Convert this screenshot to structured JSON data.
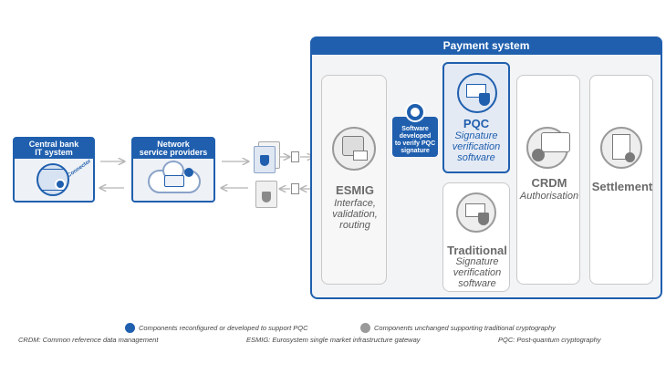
{
  "left": {
    "central_bank": {
      "line1": "Central bank",
      "line2": "IT system",
      "badge": "Connector"
    },
    "network": {
      "line1": "Network",
      "line2": "service providers"
    }
  },
  "payment_system": {
    "title": "Payment system",
    "esmig": {
      "name": "ESMIG",
      "desc": [
        "Interface,",
        "validation,",
        "routing"
      ]
    },
    "pqc": {
      "name": "PQC",
      "desc": [
        "Signature",
        "verification",
        "software"
      ]
    },
    "callout": [
      "Software",
      "developed",
      "to verify PQC",
      "signature"
    ],
    "traditional": {
      "name": "Traditional",
      "desc": [
        "Signature",
        "verification",
        "software"
      ]
    },
    "crdm": {
      "name": "CRDM",
      "desc": "Authorisation"
    },
    "settlement": {
      "name": "Settlement"
    }
  },
  "legend": {
    "blue": "Components reconfigured or developed to support PQC",
    "grey": "Components unchanged supporting traditional cryptography",
    "colors": {
      "blue": "#1f5fae",
      "grey": "#9a9a9a"
    }
  },
  "footnotes": {
    "crdm": "CRDM: Common reference data management",
    "esmig": "ESMIG: Eurosystem single market infrastructure gateway",
    "pqc": "PQC: Post-quantum cryptography"
  }
}
